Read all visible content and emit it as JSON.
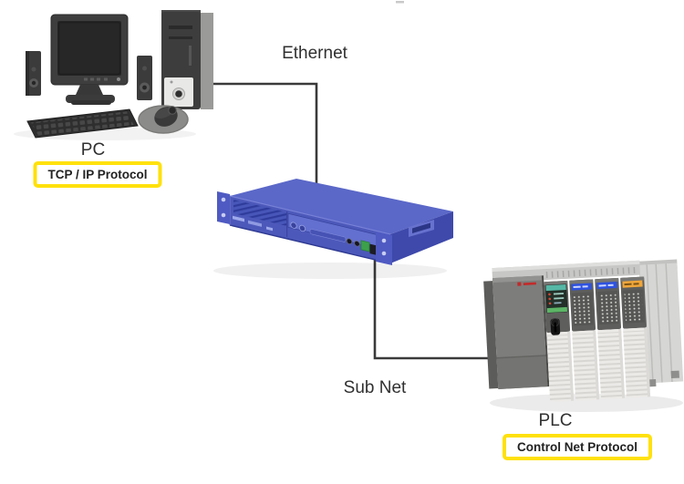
{
  "nodes": {
    "pc": {
      "label": "PC",
      "protocol": "TCP / IP Protocol"
    },
    "gateway": {
      "description": "blue 1U rack-mount gateway linking Ethernet and Sub Net"
    },
    "plc": {
      "label": "PLC",
      "protocol": "Control Net Protocol"
    }
  },
  "connections": {
    "ethernet": {
      "label": "Ethernet"
    },
    "subnet": {
      "label": "Sub Net"
    }
  },
  "icons": {
    "pc": "desktop-computer-illustration",
    "gateway": "rackmount-gateway-illustration",
    "plc": "plc-rack-illustration"
  },
  "colors": {
    "highlight_yellow": "#FFE10A",
    "line": "#3A3A3A",
    "label_text": "#303030",
    "gateway_blue_top": "#5B68C8",
    "gateway_blue_front": "#4D59BA",
    "gateway_blue_side": "#3E49AB",
    "plc_display_teal": "#56B7A6",
    "plc_label_blue": "#2E52E0",
    "plc_label_orange": "#F0A63A",
    "plc_gray": "#7D7D7B"
  }
}
